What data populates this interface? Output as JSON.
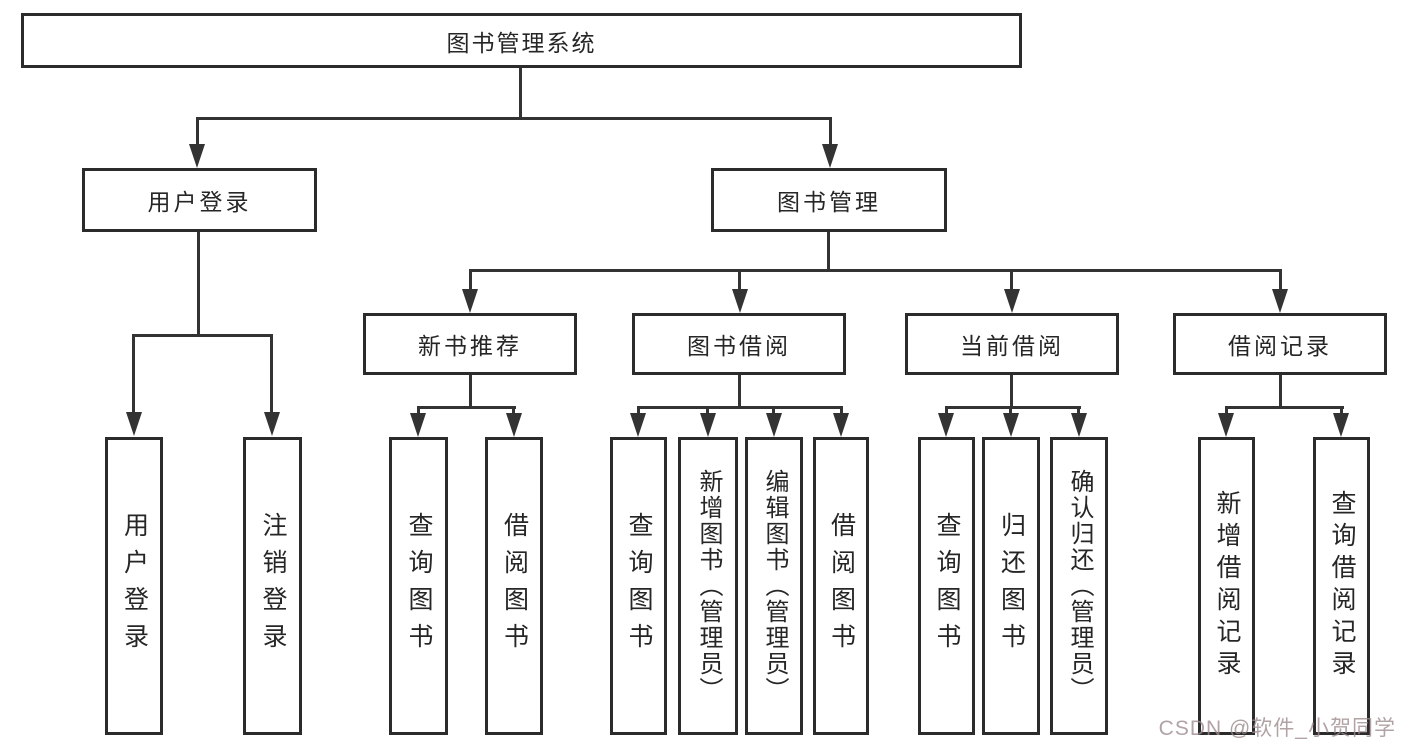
{
  "tree": {
    "root": {
      "label": "图书管理系统"
    },
    "children": [
      {
        "label": "用户登录",
        "children": [
          {
            "label": "用户登录"
          },
          {
            "label": "注销登录"
          }
        ]
      },
      {
        "label": "图书管理",
        "children": [
          {
            "label": "新书推荐",
            "children": [
              {
                "label": "查询图书"
              },
              {
                "label": "借阅图书"
              }
            ]
          },
          {
            "label": "图书借阅",
            "children": [
              {
                "label": "查询图书"
              },
              {
                "label": "新增图书（管理员）"
              },
              {
                "label": "编辑图书（管理员）"
              },
              {
                "label": "借阅图书"
              }
            ]
          },
          {
            "label": "当前借阅",
            "children": [
              {
                "label": "查询图书"
              },
              {
                "label": "归还图书"
              },
              {
                "label": "确认归还（管理员）"
              }
            ]
          },
          {
            "label": "借阅记录",
            "children": [
              {
                "label": "新增借阅记录"
              },
              {
                "label": "查询借阅记录"
              }
            ]
          }
        ]
      }
    ]
  },
  "watermark": {
    "text": "CSDN @软件_小贺同学"
  },
  "colors": {
    "line": "#333333",
    "box_border": "#2b2b2b",
    "text": "#262626",
    "background": "#ffffff",
    "watermark": "#9e8c8c"
  }
}
